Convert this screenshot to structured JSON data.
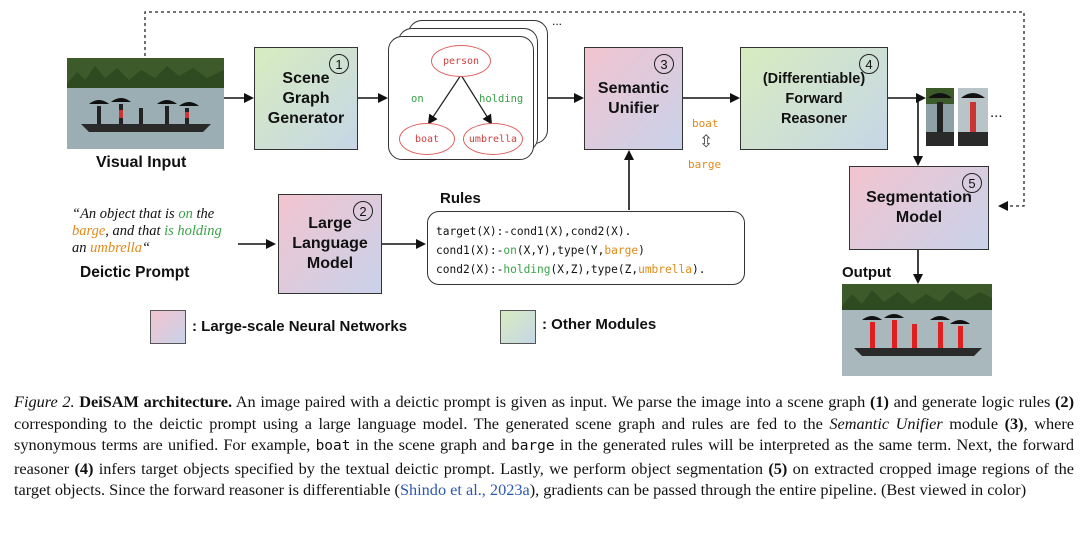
{
  "modules": {
    "scene_graph_generator": {
      "label": "Scene Graph Generator",
      "num": "1"
    },
    "large_language_model": {
      "label": "Large Language Model",
      "num": "2"
    },
    "semantic_unifier": {
      "label": "Semantic Unifier",
      "num": "3"
    },
    "forward_reasoner": {
      "label": "(Differentiable) Forward Reasoner",
      "num": "4"
    },
    "segmentation_model": {
      "label": "Segmentation Model",
      "num": "5"
    }
  },
  "labels": {
    "visual_input": "Visual Input",
    "deictic_prompt": "Deictic Prompt",
    "rules": "Rules",
    "output": "Output",
    "ellipsis_top": "...",
    "ellipsis_right": "..."
  },
  "prompt": {
    "part1": "“An object that is ",
    "on": "on",
    "part2": " the",
    "barge": "barge",
    "part3": ", and that ",
    "is_holding": "is holding",
    "part4": " an ",
    "umbrella": "umbrella",
    "part5": "“"
  },
  "scene_graph": {
    "person": "person",
    "boat": "boat",
    "umbrella": "umbrella",
    "edge_on": "on",
    "edge_holding": "holding"
  },
  "unify": {
    "boat": "boat",
    "barge": "barge",
    "arrow": "⇳"
  },
  "rules": {
    "line1": "target(X):-cond1(X),cond2(X).",
    "line2_a": "cond1(X):-",
    "line2_on": "on",
    "line2_b": "(X,Y),type(Y,",
    "line2_barge": "barge",
    "line2_c": ")",
    "line3_a": "cond2(X):-",
    "line3_holding": "holding",
    "line3_b": "(X,Z),type(Z,",
    "line3_umbrella": "umbrella",
    "line3_c": ")."
  },
  "legend": {
    "neural": ": Large-scale Neural Networks",
    "other": ": Other Modules"
  },
  "caption": {
    "fig": "Figure 2.",
    "title": "DeiSAM architecture.",
    "t1": " An image paired with a deictic prompt is given as input. We parse the image into a scene graph ",
    "n1": "(1)",
    "t2": " and generate logic rules ",
    "n2": "(2)",
    "t3": " corresponding to the deictic prompt using a large language model. The generated scene graph and rules are fed to the ",
    "semantic_unifier": "Semantic Unifier",
    "t4": " module ",
    "n3": "(3)",
    "t5": ", where synonymous terms are unified. For example, ",
    "boat": "boat",
    "t6": " in the scene graph and ",
    "barge": "barge",
    "t7": " in the generated rules will be interpreted as the same term. Next, the forward reasoner ",
    "n4": "(4)",
    "t8": " infers target objects specified by the textual deictic prompt. Lastly, we perform object segmentation ",
    "n5": "(5)",
    "t9": " on extracted cropped image regions of the target objects. Since the forward reasoner is differentiable (",
    "cite": "Shindo et al., 2023a",
    "t10": "), gradients can be passed through the entire pipeline. (Best viewed in color)"
  },
  "colors": {
    "red_term": "#d04040",
    "green_term": "#3aa24a",
    "orange_term": "#e08a18",
    "cite": "#2a58b0"
  }
}
